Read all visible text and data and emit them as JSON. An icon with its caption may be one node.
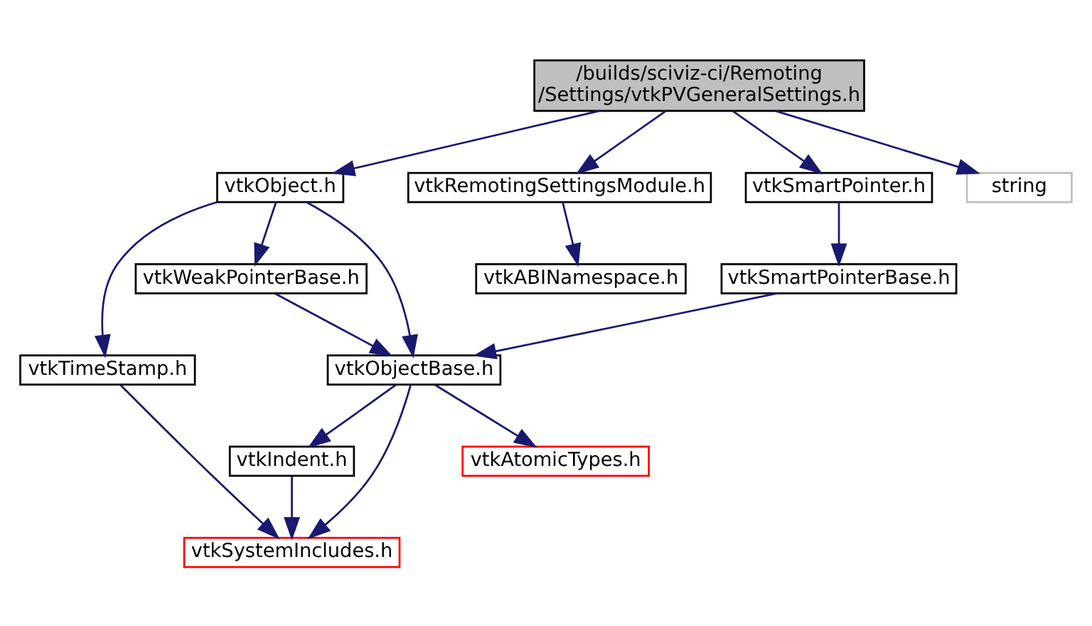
{
  "diagram": {
    "nodes": [
      {
        "text": [
          "/builds/sciviz-ci/Remoting/Settings/vtkPVGeneralSettings.h"
        ]
      },
      {
        "text": [
          "vtkObject.h"
        ]
      },
      {
        "text": [
          "vtkRemotingSettingsModule.h"
        ]
      },
      {
        "text": [
          "vtkSmartPointer.h"
        ]
      },
      {
        "text": [
          "string"
        ]
      },
      {
        "text": [
          "vtkWeakPointerBase.h"
        ]
      },
      {
        "text": [
          "vtkABINamespace.h"
        ]
      },
      {
        "text": [
          "vtkSmartPointerBase.h"
        ]
      },
      {
        "text": [
          "vtkTimeStamp.h"
        ]
      },
      {
        "text": [
          "vtkObjectBase.h"
        ]
      },
      {
        "text": [
          "vtkAtomicTypes.h"
        ]
      },
      {
        "text": [
          "vtkIndent.h"
        ]
      },
      {
        "text": [
          "vtkSystemIncludes.h"
        ]
      }
    ],
    "edges": [
      {
        "from": 0,
        "to": 1,
        "arrow": "to"
      },
      {
        "from": 0,
        "to": 2,
        "arrow": "to"
      },
      {
        "from": 0,
        "to": 3,
        "arrow": "to"
      },
      {
        "from": 0,
        "to": 4,
        "arrow": "to"
      },
      {
        "from": 1,
        "to": 8,
        "arrow": "to"
      },
      {
        "from": 1,
        "to": 9,
        "arrow": "to"
      },
      {
        "from": 1,
        "to": 5,
        "arrow": "to"
      },
      {
        "from": 2,
        "to": 6,
        "arrow": "to"
      },
      {
        "from": 3,
        "to": 7,
        "arrow": "to"
      },
      {
        "from": 5,
        "to": 9,
        "arrow": "to"
      },
      {
        "from": 7,
        "to": 9,
        "arrow": "to"
      },
      {
        "from": 8,
        "to": 12,
        "arrow": "to"
      },
      {
        "from": 9,
        "to": 12,
        "arrow": "to"
      },
      {
        "from": 9,
        "to": 10,
        "arrow": "to"
      },
      {
        "from": 9,
        "to": 11,
        "arrow": "to"
      },
      {
        "from": 11,
        "to": 12,
        "arrow": "to"
      }
    ]
  }
}
